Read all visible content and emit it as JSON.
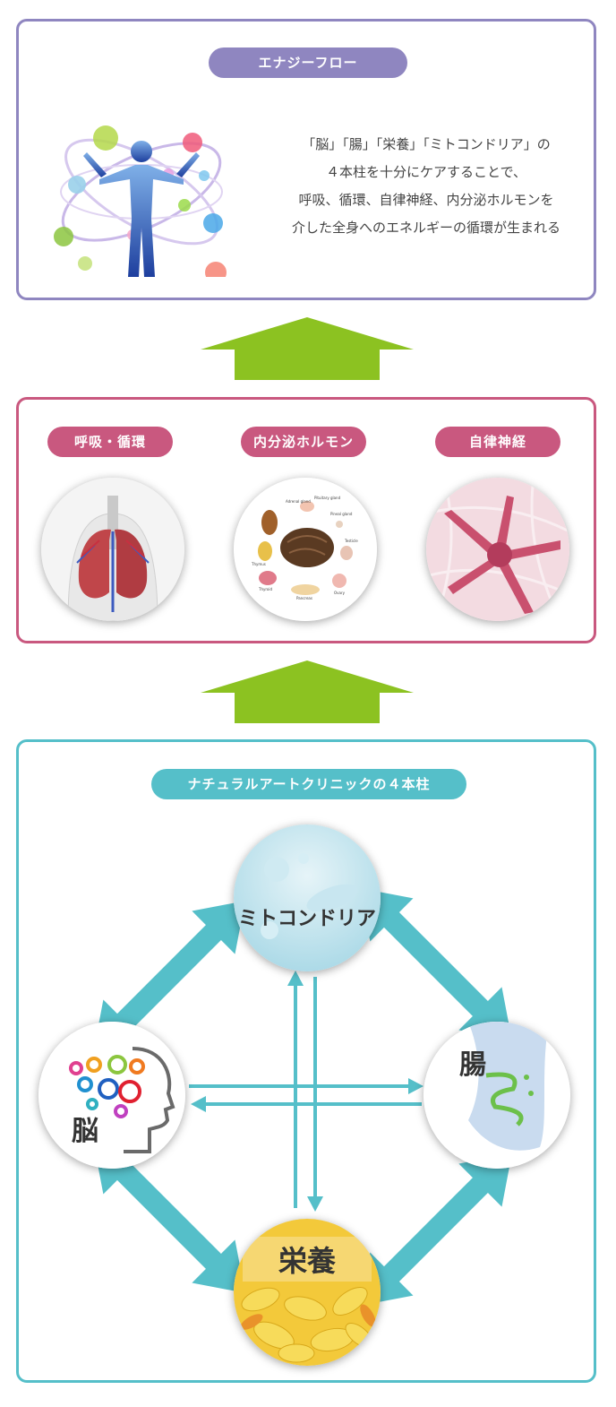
{
  "energy": {
    "pill": "エナジーフロー",
    "lines": [
      "「脳」「腸」「栄養」「ミトコンドリア」の",
      "４本柱を十分にケアすることで、",
      "呼吸、循環、自律神経、内分泌ホルモンを",
      "介した全身へのエネルギーの循環が生まれる"
    ]
  },
  "systems": {
    "items": [
      {
        "label": "呼吸・循環"
      },
      {
        "label": "内分泌ホルモン"
      },
      {
        "label": "自律神経"
      }
    ],
    "organ_labels": [
      "Adrenal gland",
      "Pituitary gland",
      "Pineal gland",
      "Testicle",
      "Thymus",
      "Thyroid",
      "Pancreas",
      "Ovary"
    ]
  },
  "pillars": {
    "pill": "ナチュラルアートクリニックの４本柱",
    "mito": "ミトコンドリア",
    "brain": "脳",
    "gut": "腸",
    "nutrition": "栄養"
  },
  "colors": {
    "purple": "#8f86c0",
    "pink": "#c9587f",
    "teal": "#55bfc9",
    "green": "#8cc221"
  }
}
